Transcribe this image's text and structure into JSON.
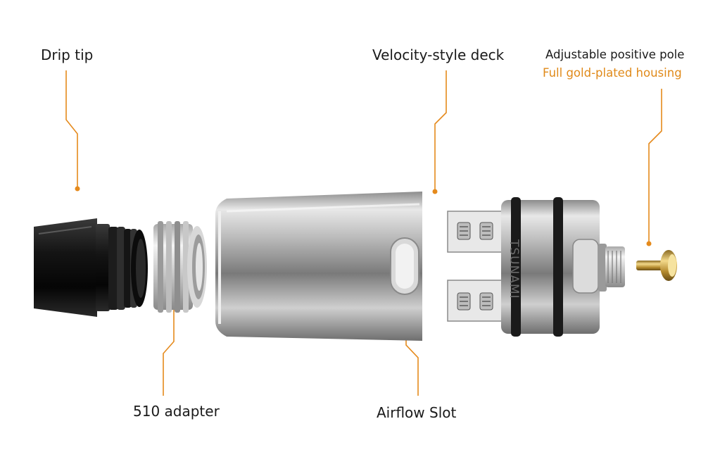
{
  "labels": {
    "drip_tip": "Drip tip",
    "velocity_deck": "Velocity-style deck",
    "positive_pole": "Adjustable positive pole",
    "gold_housing": "Full gold-plated housing",
    "adapter_510": "510 adapter",
    "airflow_slot": "Airflow Slot"
  },
  "brand": "TSUNAMI",
  "colors": {
    "leader": "#e58a1c",
    "accent_text": "#e08a1a",
    "label_text": "#1a1a1a"
  }
}
